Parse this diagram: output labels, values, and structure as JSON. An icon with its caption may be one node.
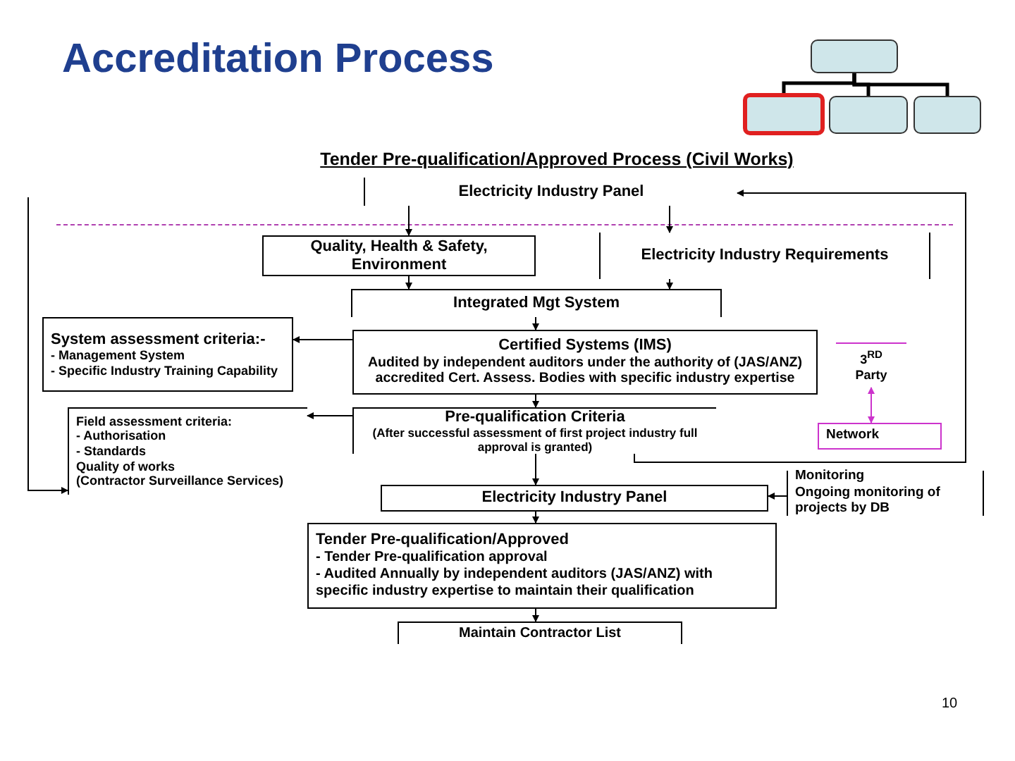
{
  "diagram": {
    "title": "Accreditation Process",
    "nodes": [
      {
        "text": [],
        "shape": "box"
      },
      {
        "text": [],
        "shape": "box"
      },
      {
        "text": [],
        "shape": "box"
      },
      {
        "text": [],
        "shape": "box"
      },
      {
        "text": [
          "Electricity Industry Panel"
        ]
      },
      {
        "text": [
          "Quality, Health & Safety, Environment"
        ]
      },
      {
        "text": [
          "Electricity Industry Requirements"
        ]
      },
      {
        "text": [
          "Integrated Mgt System"
        ]
      },
      {
        "text": [
          "System assessment criteria:-",
          "- Management System",
          "- Specific Industry Training Capability"
        ]
      },
      {
        "text": [
          "Certified Systems (IMS)",
          "Audited by independent auditors under the authority of (JAS/ANZ) accredited Cert. Assess. Bodies with specific industry expertise"
        ]
      },
      {
        "text": [
          "3$^{RD}$ Party"
        ]
      },
      {
        "text": [
          "Field assessment criteria:",
          "- Authorisation",
          "- Standards",
          "Quality of works",
          "(Contractor Surveillance Services)"
        ]
      },
      {
        "text": [
          "Pre-qualification Criteria",
          "(After successful assessment of first project industry full approval is granted)"
        ]
      },
      {
        "text": [
          "Network"
        ]
      },
      {
        "text": [
          "Monitoring",
          "Ongoing monitoring of projects by DB"
        ]
      },
      {
        "text": [
          "Electricity Industry Panel"
        ]
      },
      {
        "text": [
          "Tender Pre-qualification/Approved",
          "- Tender Pre-qualification approval",
          "- Audited Annually by independent auditors (JAS/ANZ) with specific industry expertise to maintain their qualification"
        ]
      },
      {
        "text": [
          "Maintain Contractor List"
        ]
      }
    ],
    "edges": [
      {
        "from": 0,
        "to": 1,
        "arrow": "none",
        "style": "thick"
      },
      {
        "from": 0,
        "to": 2,
        "arrow": "none",
        "style": "thick"
      },
      {
        "from": 0,
        "to": 3,
        "arrow": "none",
        "style": "thick"
      },
      {
        "from": 4,
        "to": 5,
        "arrow": "to"
      },
      {
        "from": 4,
        "to": 6,
        "arrow": "to"
      },
      {
        "from": 5,
        "to": 7,
        "arrow": "to"
      },
      {
        "from": 6,
        "to": 7,
        "arrow": "to"
      },
      {
        "from": 7,
        "to": 9,
        "arrow": "to"
      },
      {
        "from": 9,
        "to": 8,
        "arrow": "to"
      },
      {
        "from": 9,
        "to": 12,
        "arrow": "to"
      },
      {
        "from": 12,
        "to": 11,
        "arrow": "to"
      },
      {
        "from": 12,
        "to": 15,
        "arrow": "to"
      },
      {
        "from": 12,
        "to": 4,
        "arrow": "to"
      },
      {
        "from": null,
        "to": 11,
        "arrow": "to"
      },
      {
        "from": 14,
        "to": 15,
        "arrow": "to"
      },
      {
        "from": 15,
        "to": 16,
        "arrow": "to"
      },
      {
        "from": 16,
        "to": 17,
        "arrow": "to"
      },
      {
        "from": 10,
        "to": 13,
        "arrow": "both",
        "color": "#cc33cc"
      }
    ],
    "labels": [
      "Tender Pre-qualification/Approved Process (Civil Works)",
      "10"
    ]
  }
}
